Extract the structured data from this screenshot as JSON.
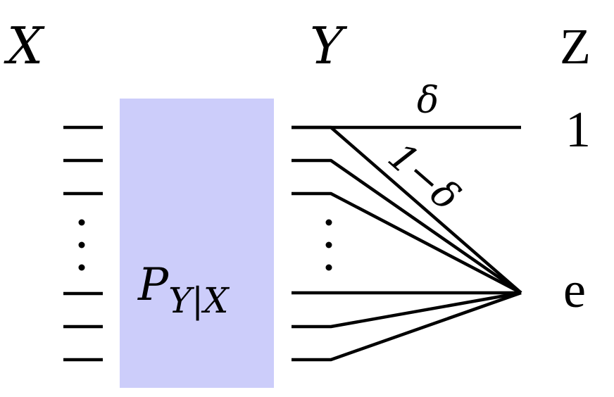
{
  "labels": {
    "x_header": "X",
    "y_header": "Y",
    "z_header": "Z",
    "channel_main": "P",
    "channel_subscript": "Y|X",
    "output_one": "1",
    "output_erasure": "e",
    "delta": "δ",
    "one_minus_delta": "1−δ",
    "dots": "⋮"
  },
  "colors": {
    "channel_box": "#cccdfa",
    "line": "#000000"
  }
}
